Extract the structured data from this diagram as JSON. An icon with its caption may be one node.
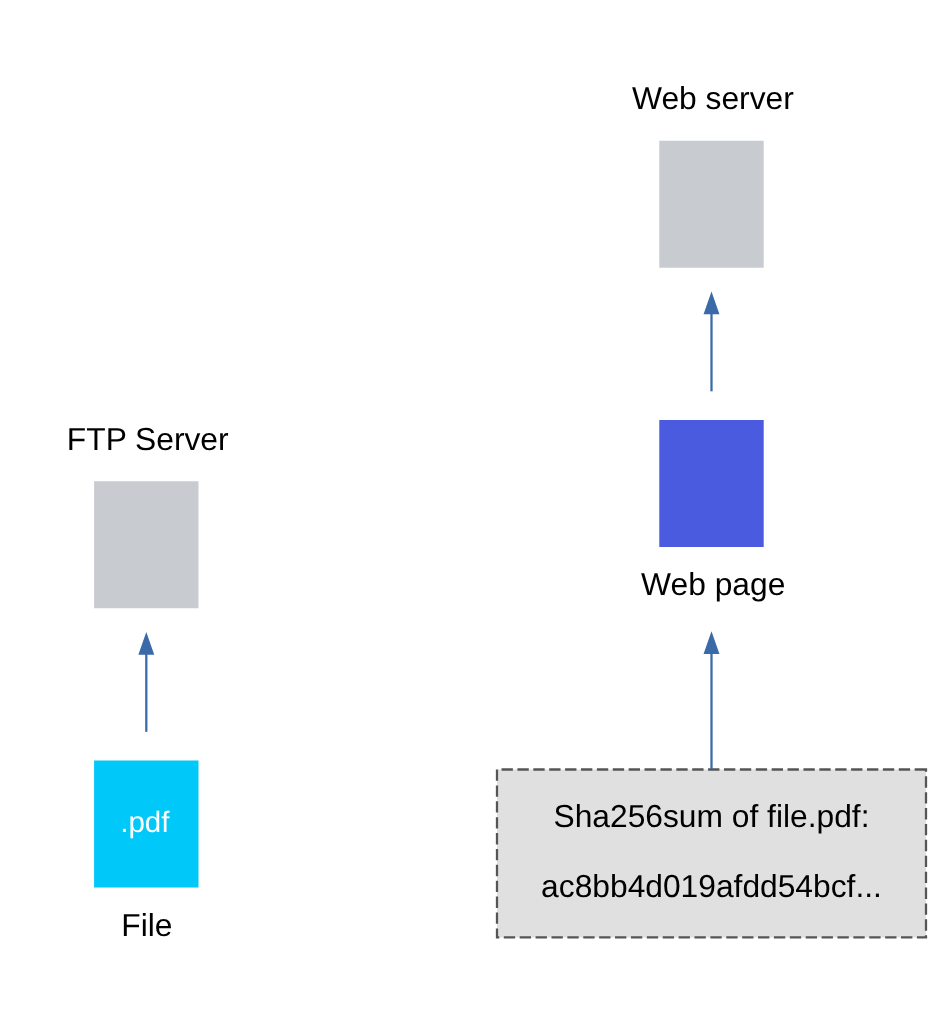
{
  "diagram": {
    "nodes": [
      {
        "text": [
          "FTP Server"
        ]
      },
      {
        "text": [
          "Web server"
        ]
      },
      {
        "text": [
          ".pdf",
          "File"
        ]
      },
      {
        "text": [
          "Web page"
        ]
      },
      {
        "text": [
          "Sha256sum of file.pdf:",
          "ac8bb4d019afdd54bcf..."
        ]
      }
    ],
    "edges": [
      {
        "from": 2,
        "to": 0,
        "arrow": "to"
      },
      {
        "from": 3,
        "to": 1,
        "arrow": "to"
      },
      {
        "from": 4,
        "to": 3,
        "arrow": "to"
      }
    ]
  }
}
